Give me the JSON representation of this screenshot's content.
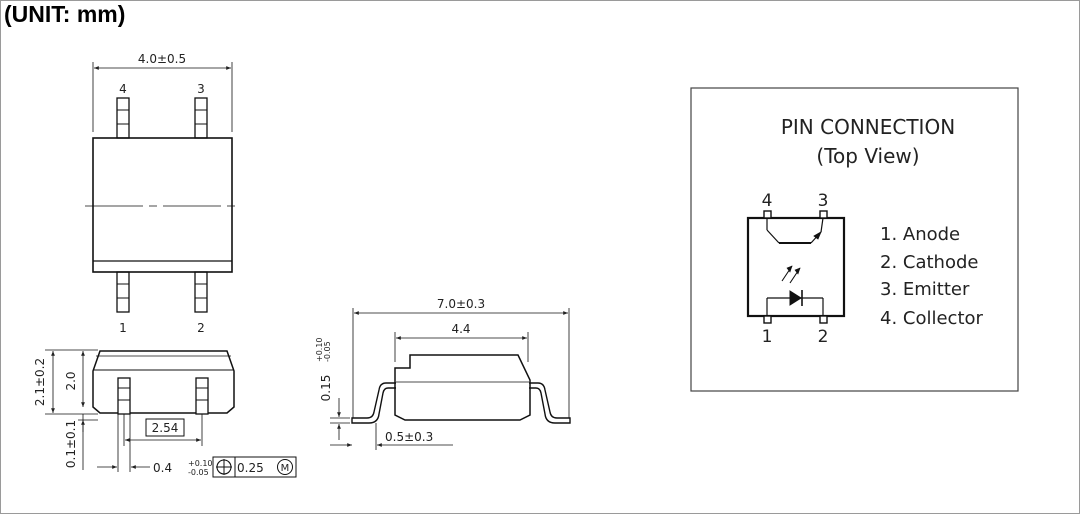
{
  "title": "(UNIT: mm)",
  "top_view": {
    "width_dim": "4.0±0.5",
    "pin4": "4",
    "pin3": "3",
    "pin1": "1",
    "pin2": "2"
  },
  "front_view": {
    "height_total": "2.1±0.2",
    "height_body": "2.0",
    "standoff": "0.1±0.1",
    "pitch": "2.54",
    "lead_width": "0.4",
    "lead_width_tol_plus": "+0.10",
    "lead_width_tol_minus": "-0.05",
    "position_tol": "0.25",
    "mmc": "M"
  },
  "side_view": {
    "overall_width": "7.0±0.3",
    "body_width": "4.4",
    "lead_thickness": "0.15",
    "lead_thickness_tol_plus": "+0.10",
    "lead_thickness_tol_minus": "-0.05",
    "foot_length": "0.5±0.3"
  },
  "pin_connection": {
    "title": "PIN CONNECTION",
    "subtitle": "(Top View)",
    "pin4": "4",
    "pin3": "3",
    "pin1": "1",
    "pin2": "2",
    "legend": [
      "1. Anode",
      "2. Cathode",
      "3. Emitter",
      "4. Collector"
    ]
  }
}
